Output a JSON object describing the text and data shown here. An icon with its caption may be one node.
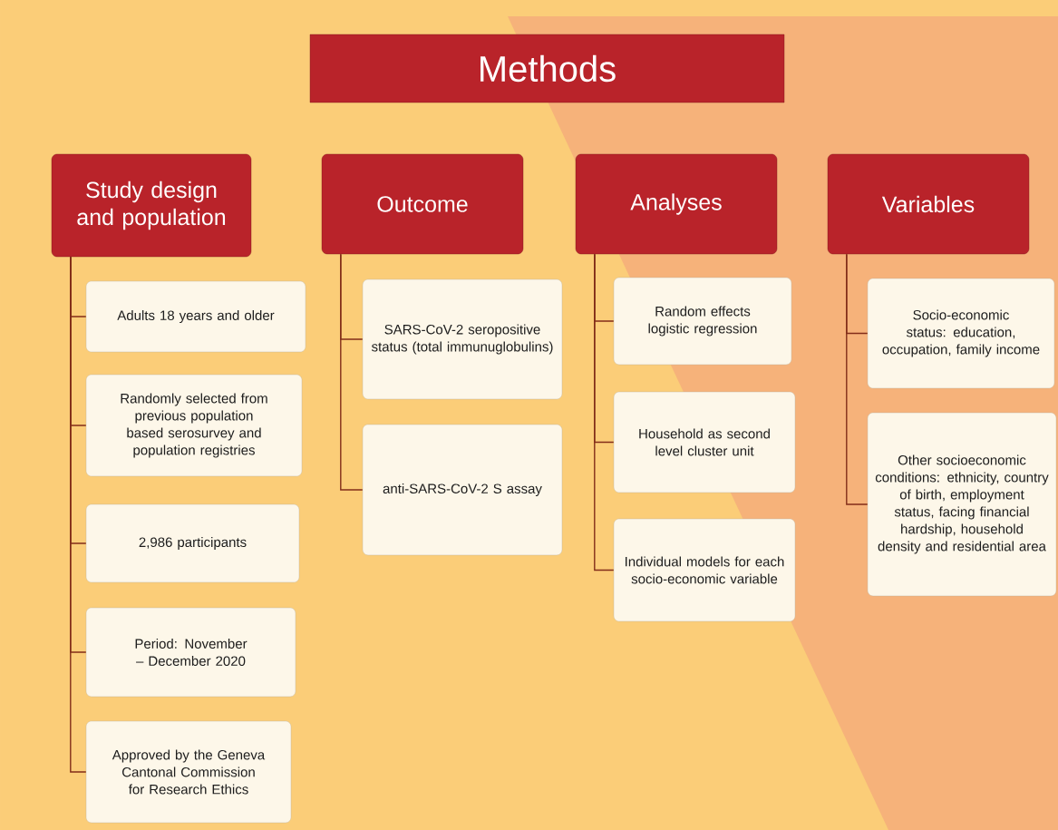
{
  "diagram": {
    "title": "Methods",
    "nodes": [
      {
        "text": [
          "Study design and population"
        ]
      },
      {
        "text": [
          "Outcome"
        ]
      },
      {
        "text": [
          "Analyses"
        ]
      },
      {
        "text": [
          "Variables"
        ]
      },
      {
        "text": [
          "Adults 18 years and older"
        ]
      },
      {
        "text": [
          "Randomly selected from previous population based serosurvey and population registries"
        ]
      },
      {
        "text": [
          "2,986 participants"
        ]
      },
      {
        "text": [
          "Period: November – December 2020"
        ]
      },
      {
        "text": [
          "Approved by the Geneva Cantonal Commission for Research Ethics"
        ]
      },
      {
        "text": [
          "SARS-CoV-2 seropositive status (total immunuglobulins)"
        ]
      },
      {
        "text": [
          "anti-SARS-CoV-2 S assay"
        ]
      },
      {
        "text": [
          "Random effects logistic regression"
        ]
      },
      {
        "text": [
          "Household as second level cluster unit"
        ]
      },
      {
        "text": [
          "Individual models for each socio-economic variable"
        ]
      },
      {
        "text": [
          "Socio-economic status: education, occupation, family income"
        ]
      },
      {
        "text": [
          "Other socioeconomic conditions: ethnicity, country of birth, employment status, facing financial hardship, household density and residential area"
        ]
      }
    ],
    "edges": [
      {
        "from": 0,
        "to": 4,
        "arrow": "none"
      },
      {
        "from": 0,
        "to": 5,
        "arrow": "none"
      },
      {
        "from": 0,
        "to": 6,
        "arrow": "none"
      },
      {
        "from": 0,
        "to": 7,
        "arrow": "none"
      },
      {
        "from": 0,
        "to": 8,
        "arrow": "none"
      },
      {
        "from": 1,
        "to": 9,
        "arrow": "none"
      },
      {
        "from": 1,
        "to": 10,
        "arrow": "none"
      },
      {
        "from": 2,
        "to": 11,
        "arrow": "none"
      },
      {
        "from": 2,
        "to": 12,
        "arrow": "none"
      },
      {
        "from": 2,
        "to": 13,
        "arrow": "none"
      },
      {
        "from": 3,
        "to": 14,
        "arrow": "none"
      },
      {
        "from": 3,
        "to": 15,
        "arrow": "none"
      }
    ]
  }
}
